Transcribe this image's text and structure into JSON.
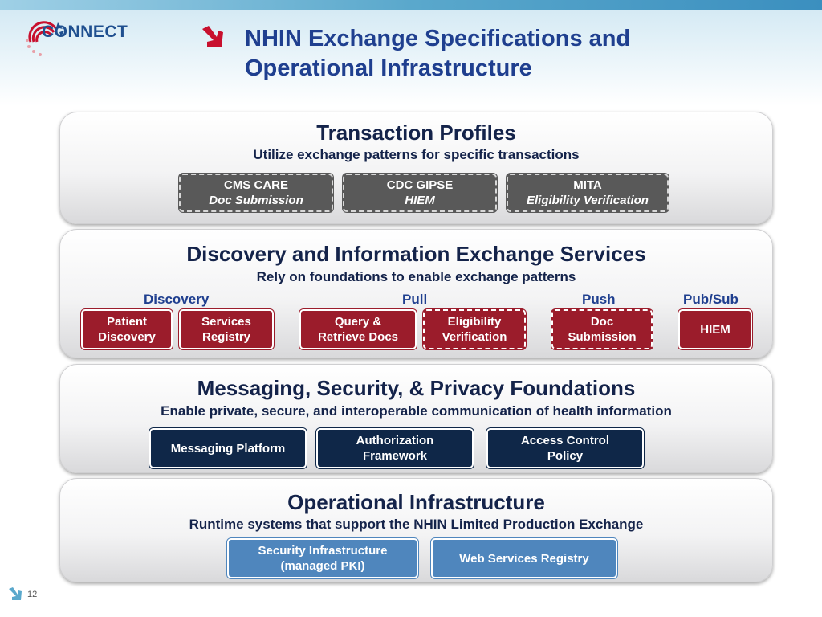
{
  "header": {
    "logo_text": "CONNECT",
    "title_line1": "NHIN Exchange Specifications and",
    "title_line2": "Operational Infrastructure"
  },
  "transaction_profiles": {
    "title": "Transaction Profiles",
    "subtitle": "Utilize exchange patterns for specific transactions",
    "boxes": [
      {
        "line1": "CMS CARE",
        "line2": "Doc Submission"
      },
      {
        "line1": "CDC GIPSE",
        "line2": "HIEM"
      },
      {
        "line1": "MITA",
        "line2": "Eligibility Verification"
      }
    ]
  },
  "discovery_services": {
    "title": "Discovery and Information Exchange Services",
    "subtitle": "Rely on foundations to enable exchange patterns",
    "categories": [
      "Discovery",
      "Pull",
      "Push",
      "Pub/Sub"
    ],
    "boxes": [
      {
        "line1": "Patient",
        "line2": "Discovery"
      },
      {
        "line1": "Services",
        "line2": "Registry"
      },
      {
        "line1": "Query &",
        "line2": "Retrieve Docs"
      },
      {
        "line1": "Eligibility",
        "line2": "Verification"
      },
      {
        "line1": "Doc",
        "line2": "Submission"
      },
      {
        "line1": "HIEM",
        "line2": ""
      }
    ]
  },
  "foundations": {
    "title": "Messaging, Security, & Privacy Foundations",
    "subtitle": "Enable private, secure, and interoperable communication of health information",
    "boxes": [
      {
        "line1": "Messaging Platform",
        "line2": ""
      },
      {
        "line1": "Authorization",
        "line2": "Framework"
      },
      {
        "line1": "Access Control",
        "line2": "Policy"
      }
    ]
  },
  "infrastructure": {
    "title": "Operational Infrastructure",
    "subtitle": "Runtime systems that support the NHIN Limited Production Exchange",
    "boxes": [
      {
        "line1": "Security Infrastructure",
        "line2": "(managed PKI)"
      },
      {
        "line1": "Web Services Registry",
        "line2": ""
      }
    ]
  },
  "footer": {
    "page_number": "12"
  },
  "colors": {
    "title_blue": "#1f3f8f",
    "dark_text": "#14234a",
    "accent_red": "#c8102e",
    "profile_gray": "#595959",
    "service_red": "#9b1c2b",
    "foundation_navy": "#0f2748",
    "infra_blue": "#4f86bd"
  }
}
